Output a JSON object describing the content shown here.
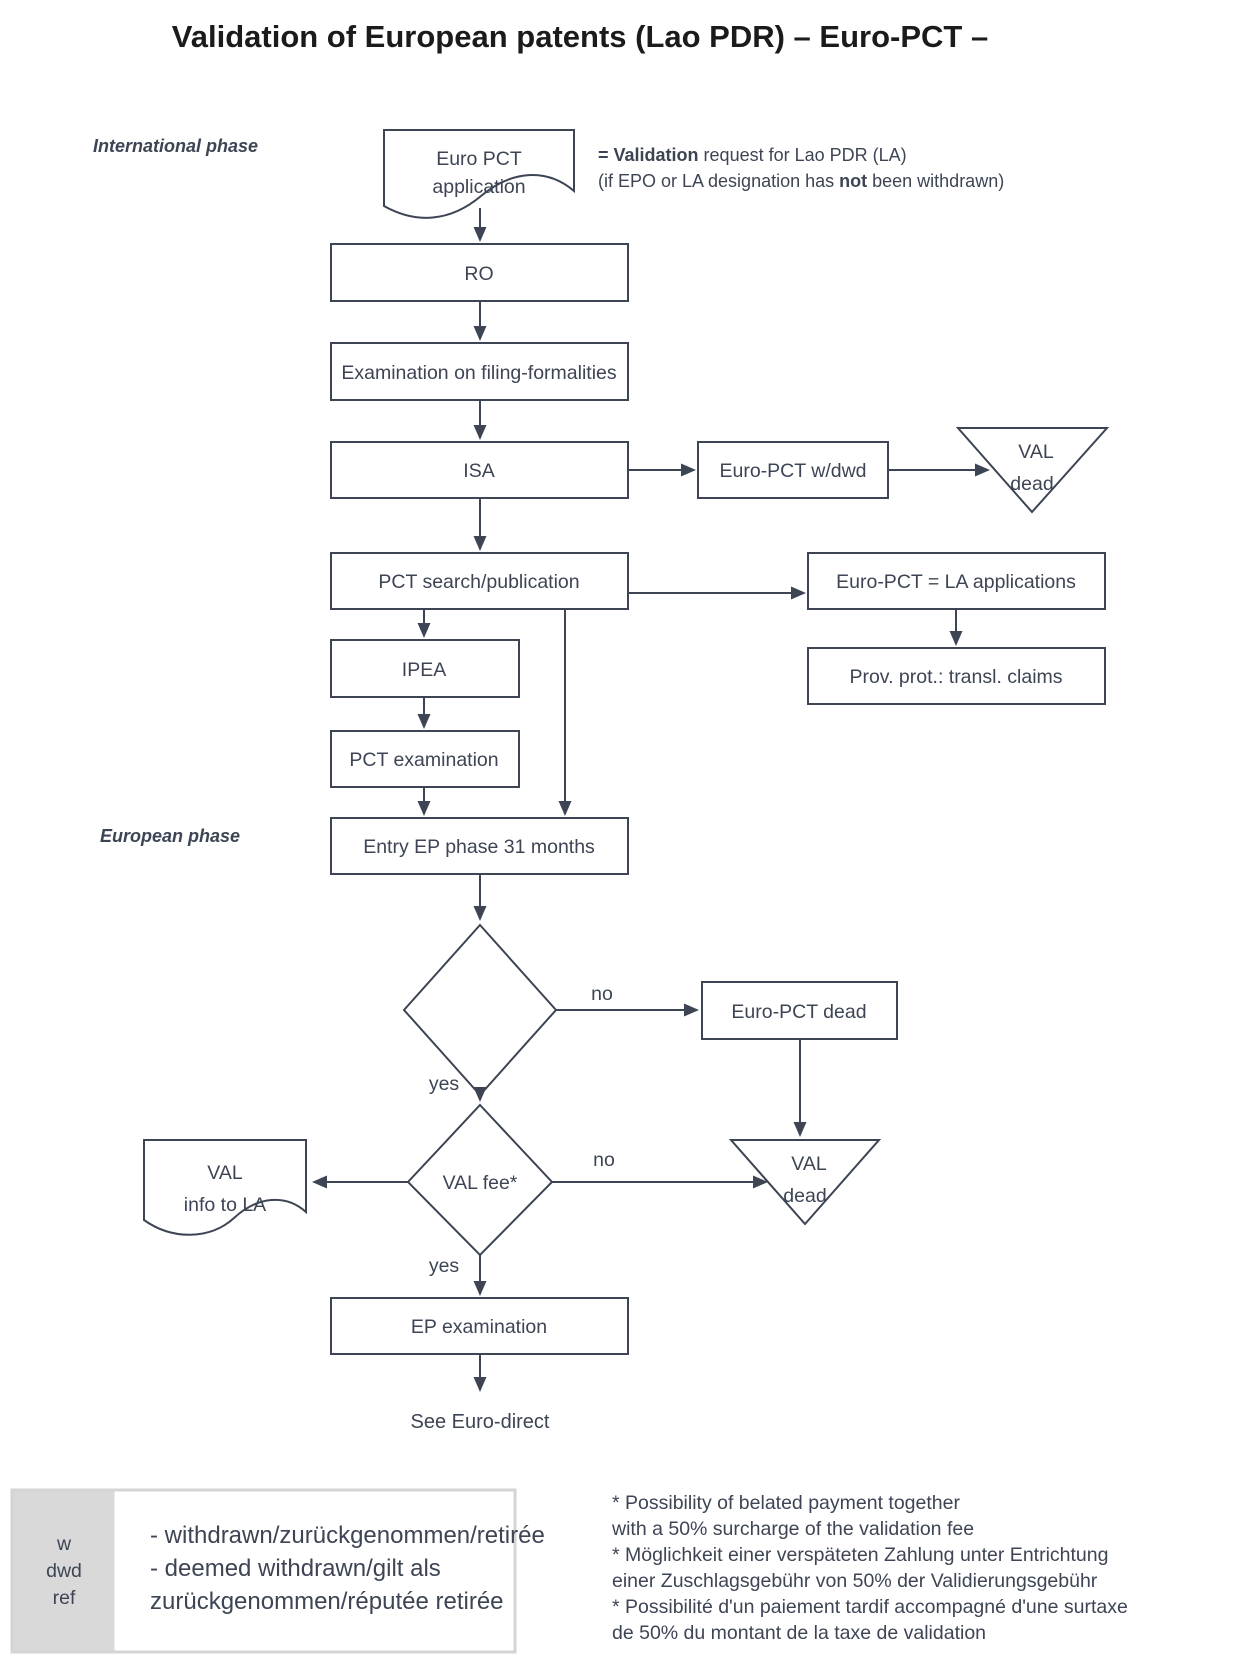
{
  "title": "Validation of European patents (Lao PDR) – Euro-PCT –",
  "phase_labels": {
    "international": "International phase",
    "european": "European phase"
  },
  "annotation": {
    "line1_eq": "= ",
    "line1_bold": "Validation",
    "line1_rest": " request for Lao PDR (LA)",
    "line2_pre": "(if EPO or LA designation has ",
    "line2_bold": "not",
    "line2_rest": " been withdrawn)"
  },
  "nodes": {
    "euro_pct_application": {
      "line1": "Euro PCT",
      "line2": "application"
    },
    "ro": "RO",
    "examination_filing": "Examination on filing-formalities",
    "isa": "ISA",
    "euro_pct_wdwd": "Euro-PCT w/dwd",
    "val_dead_top": {
      "line1": "VAL",
      "line2": "dead"
    },
    "pct_search": "PCT search/publication",
    "euro_pct_la": "Euro-PCT = LA applications",
    "prov_prot": "Prov. prot.: transl. claims",
    "ipea": "IPEA",
    "pct_examination": "PCT examination",
    "entry_ep": "Entry EP phase 31 months",
    "euro_pct_dead": "Euro-PCT dead",
    "val_fee": "VAL fee*",
    "val_dead_bottom": {
      "line1": "VAL",
      "line2": "dead"
    },
    "val_info": {
      "line1": "VAL",
      "line2": "info to LA"
    },
    "ep_examination": "EP examination",
    "see_euro_direct": "See Euro-direct"
  },
  "edge_labels": {
    "no_entry": "no",
    "yes_entry": "yes",
    "no_fee": "no",
    "yes_fee": "yes"
  },
  "legend": {
    "keys": [
      "w",
      "dwd",
      "ref"
    ],
    "lines": [
      "- withdrawn/zurückgenommen/retirée",
      "- deemed withdrawn/gilt als",
      "zurückgenommen/réputée retirée"
    ]
  },
  "footnotes": [
    "* Possibility of belated payment together",
    "with a 50% surcharge of the validation fee",
    "* Möglichkeit einer verspäteten Zahlung unter Entrichtung",
    "einer Zuschlagsgebühr von 50% der Validierungsgebühr",
    "* Possibilité d'un paiement tardif accompagné d'une surtaxe",
    "de 50% du montant de la taxe de validation"
  ],
  "colors": {
    "line": "#3d4554",
    "text": "#3d4554",
    "title": "#1b1b1b",
    "legend_fill": "#d9d9d9",
    "legend_border": "#d4d4d4"
  }
}
